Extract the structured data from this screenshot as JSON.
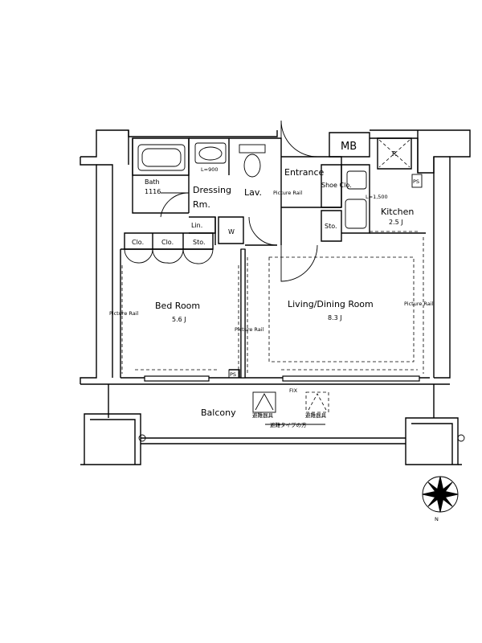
{
  "rooms": {
    "mb": "MB",
    "entrance": "Entrance",
    "bath": "Bath",
    "bath_size": "1116",
    "dressing": "Dressing",
    "dressing_rm": "Rm.",
    "lav": "Lav.",
    "l900": "L=900",
    "kitchen": "Kitchen",
    "kitchen_size": "2.5 J",
    "l1500": "L=1,500",
    "bedroom": "Bed Room",
    "bedroom_size": "5.6 J",
    "living": "Living/Dining Room",
    "living_size": "8.3 J",
    "balcony": "Balcony",
    "r": "R"
  },
  "storage": {
    "clo1": "Clo.",
    "clo2": "Clo.",
    "sto1": "Sto.",
    "sto2": "Sto.",
    "lin": "Lin.",
    "shoe": "Shoe Clo.",
    "w": "W"
  },
  "annotations": {
    "rail_entrance": "Picture Rail",
    "rail_bed": "Picture Rail",
    "rail_center": "Picture Rail",
    "rail_right": "Picture Rail",
    "ps1": "PS",
    "ps2": "PS",
    "fix": "FIX",
    "escape1": "避難器具",
    "escape2": "避難器具",
    "escape_type": "避難タイプの方"
  },
  "compass": {
    "north": "N"
  }
}
